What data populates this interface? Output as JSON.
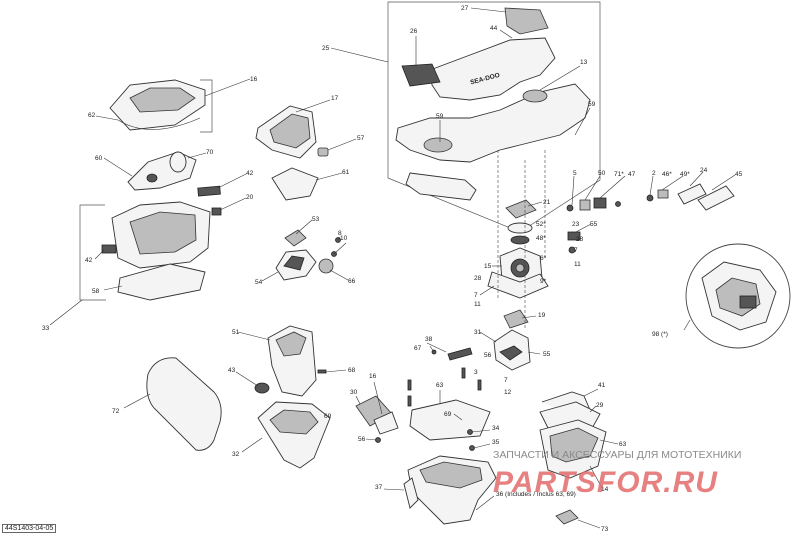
{
  "diagram_ref": "44S1403-04-05",
  "watermark": {
    "subtitle": "ЗАПЧАСТИ И АКСЕССУАРЫ ДЛЯ МОТОТЕХНИКИ",
    "logo_text": "PARTSFOR.RU"
  },
  "brand_on_part": "SEA-DOO",
  "detail_label": "98 (*)",
  "callouts": {
    "c27": "27",
    "c44": "44",
    "c26": "26",
    "c25": "25",
    "c13": "13",
    "c59a": "59",
    "c59b": "59",
    "c16a": "16",
    "c62": "62",
    "c60": "60",
    "c70": "70",
    "c17": "17",
    "c57": "57",
    "c61": "61",
    "c42a": "42",
    "c20": "20",
    "c42b": "42",
    "c58": "58",
    "c33": "33",
    "c53": "53",
    "c54": "54",
    "c8": "8",
    "c10": "10",
    "c66": "66",
    "c21": "21",
    "c5": "5",
    "c50": "50",
    "c71": "71*",
    "c47": "47",
    "c2": "2",
    "c46": "46*",
    "c49": "49*",
    "c24": "24",
    "c45": "45",
    "c23": "23",
    "c52": "52*",
    "c48": "48*",
    "c55a": "55",
    "c28a": "28",
    "c7a": "7",
    "c6": "6*",
    "c11a": "11",
    "c15": "15",
    "c28b": "28",
    "c9": "9*",
    "c7b": "7",
    "c11b": "11",
    "c19": "19",
    "c31": "31",
    "c38": "38",
    "c67": "67",
    "c56a": "56",
    "c55b": "55",
    "c51": "51",
    "c43": "43",
    "c68": "68",
    "c72": "72",
    "c3": "3",
    "c7c": "7",
    "c12": "12",
    "c63a": "63",
    "c30": "30",
    "c16b": "16",
    "c69a": "69",
    "c69b": "69",
    "c32": "32",
    "c56b": "56",
    "c34": "34",
    "c35": "35",
    "c41": "41",
    "c29": "29",
    "c63b": "63",
    "c14": "14",
    "c37": "37",
    "c36": "36 (Includes / Inclus 63, 69)",
    "c73": "73"
  }
}
